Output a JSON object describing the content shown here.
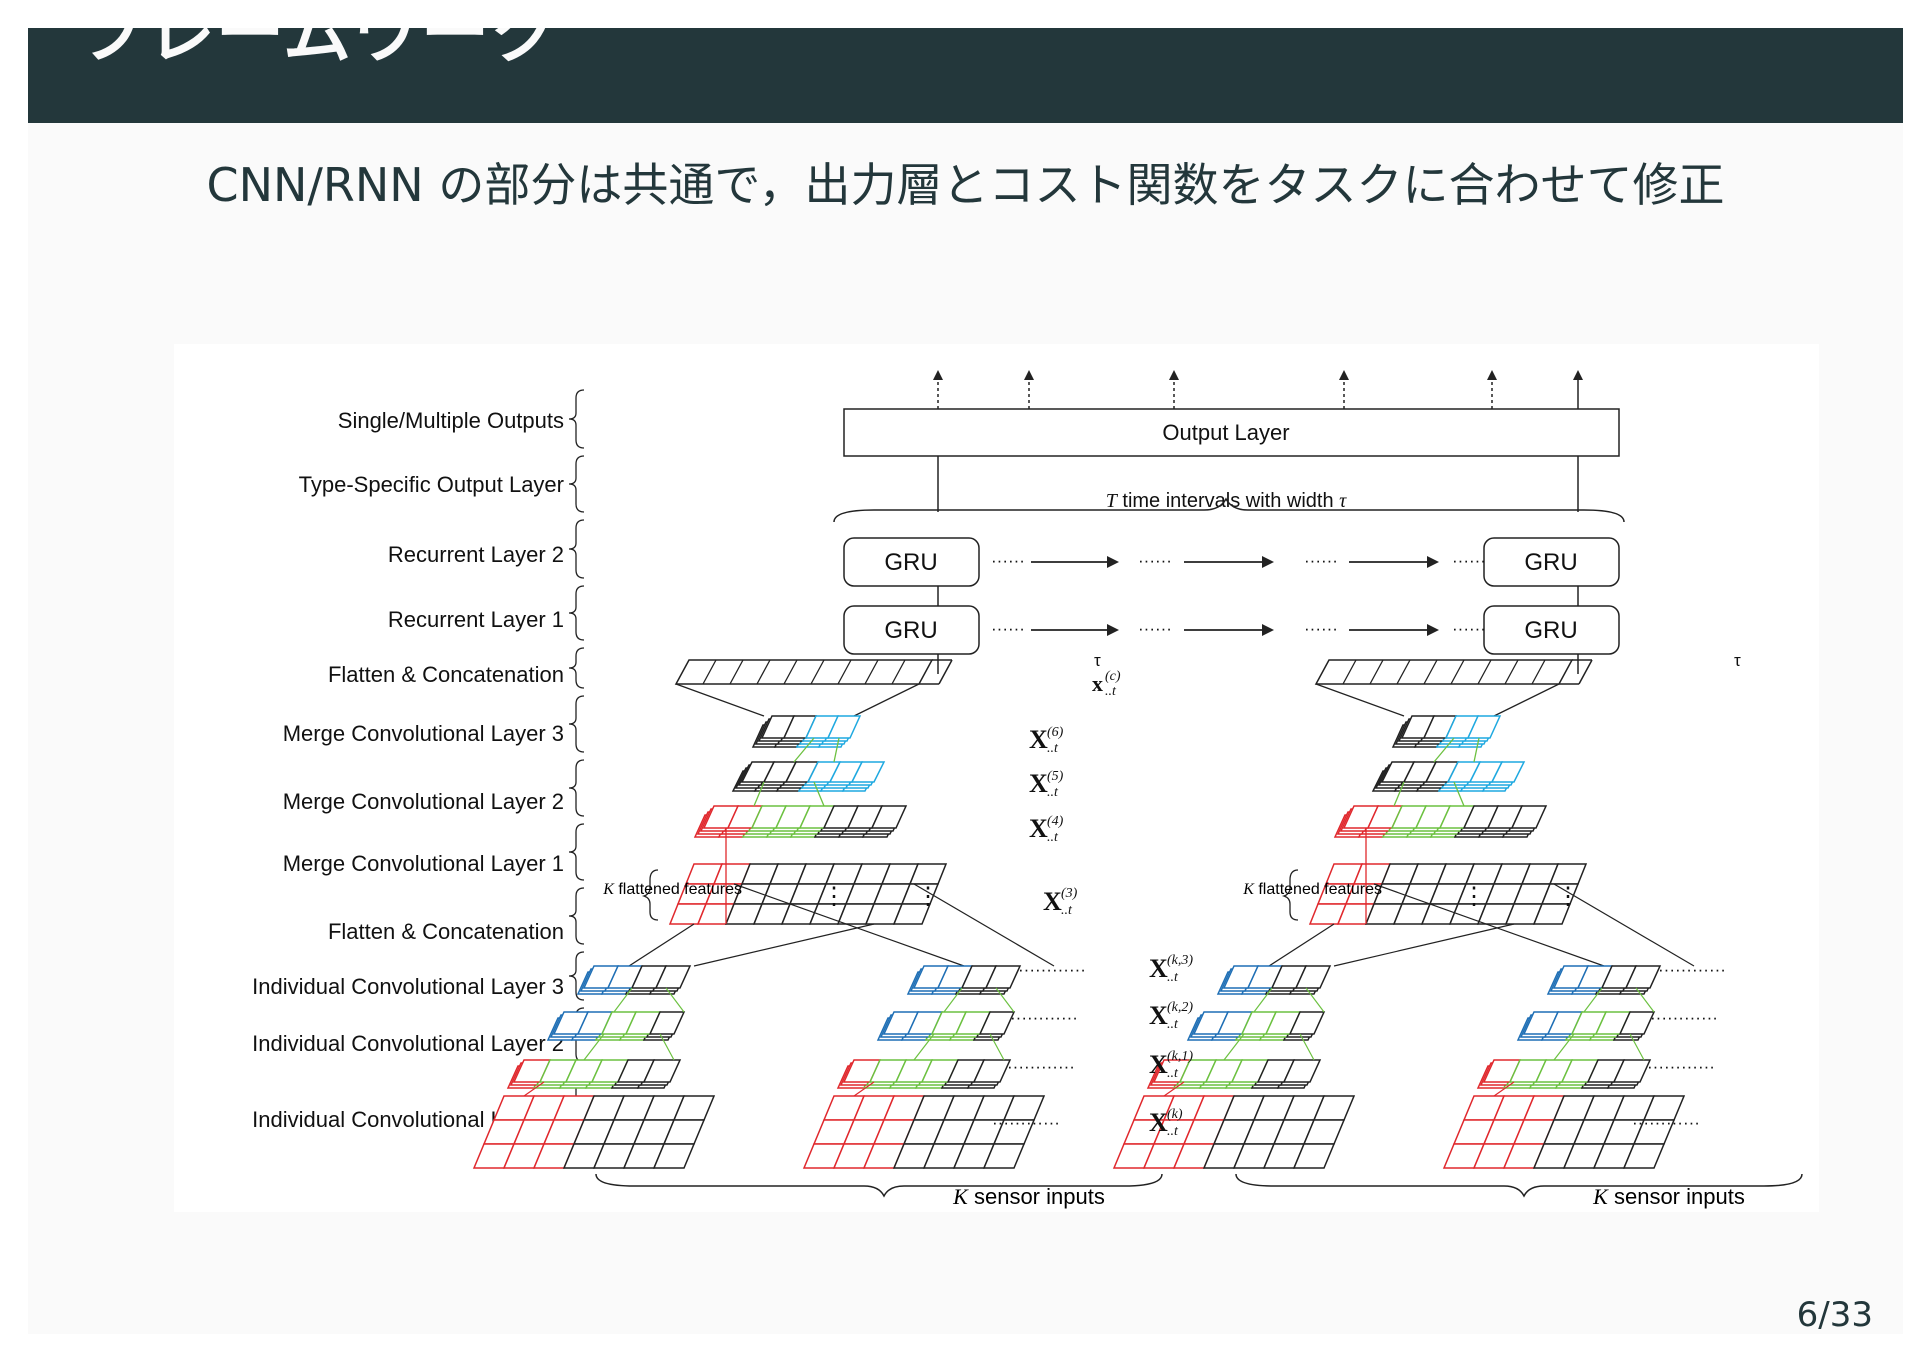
{
  "header": {
    "title": "フレームワーク"
  },
  "subtitle": "CNN/RNN の部分は共通で，出力層とコスト関数をタスクに合わせて修正",
  "page_number": "6/33",
  "diagram": {
    "layer_labels": [
      "Single/Multiple Outputs",
      "Type-Specific Output Layer",
      "Recurrent Layer 2",
      "Recurrent Layer 1",
      "Flatten & Concatenation",
      "Merge Convolutional Layer 3",
      "Merge Convolutional Layer 2",
      "Merge Convolutional Layer 1",
      "Flatten & Concatenation",
      "Individual Convolutional Layer 3",
      "Individual Convolutional Layer 2",
      "Individual Convolutional Layer 1"
    ],
    "output_layer": "Output Layer",
    "time_intervals_prefix": "T",
    "time_intervals_text": " time intervals with width ",
    "time_intervals_tau": "τ",
    "gru_label": "GRU",
    "dots": "······",
    "dots_long": "············",
    "tau": "τ",
    "k_flattened_prefix": "K",
    "k_flattened_text": " flattened features",
    "sensor_inputs_prefix": "K",
    "sensor_inputs_text": " sensor inputs",
    "vertical_dots": "⋮",
    "math_symbol": "X",
    "math_symbol_small": "x",
    "math_labels": [
      "(c)",
      "(6)",
      "(5)",
      "(4)",
      "(3)",
      "(k,3)",
      "(k,2)",
      "(k,1)",
      "(k)"
    ],
    "time_subscript": "..t",
    "colors": {
      "header_bg": "#23373b",
      "slide_bg": "#fafafa",
      "red": "#e0282d",
      "green": "#6cc140",
      "blue": "#1f6fb5",
      "cyan": "#1fa9e0",
      "dark": "#222222"
    }
  }
}
